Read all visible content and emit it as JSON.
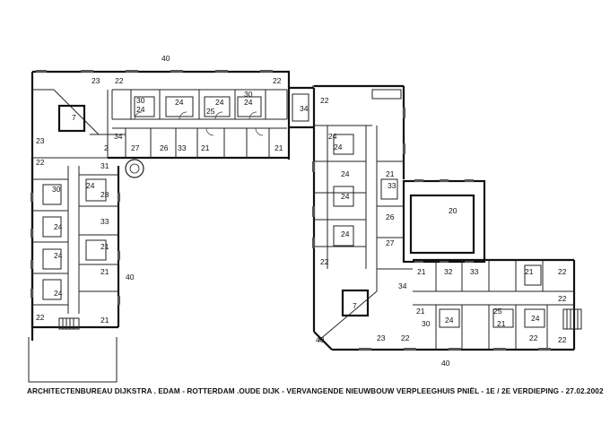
{
  "caption": "ARCHITECTENBUREAU DIJKSTRA . EDAM  -  ROTTERDAM .OUDE DIJK  -  VERVANGENDE NIEUWBOUW VERPLEEGHUIS PNIËL  - 1E / 2E VERDIEPING  - 27.02.2002",
  "room_labels": [
    "40",
    "23",
    "22",
    "30",
    "24",
    "24",
    "24",
    "22",
    "25",
    "7",
    "30",
    "34",
    "22",
    "34",
    "24",
    "24",
    "2",
    "27",
    "26",
    "33",
    "21",
    "21",
    "23",
    "31",
    "22",
    "30",
    "24",
    "28",
    "24",
    "21",
    "33",
    "24",
    "24",
    "21",
    "21",
    "24",
    "22",
    "24",
    "26",
    "33",
    "24",
    "27",
    "20",
    "21",
    "32",
    "33",
    "21",
    "22",
    "40",
    "24",
    "21",
    "34",
    "22",
    "7",
    "21",
    "24",
    "25",
    "30",
    "24",
    "22",
    "40",
    "23",
    "22",
    "22",
    "22",
    "21",
    "40"
  ]
}
